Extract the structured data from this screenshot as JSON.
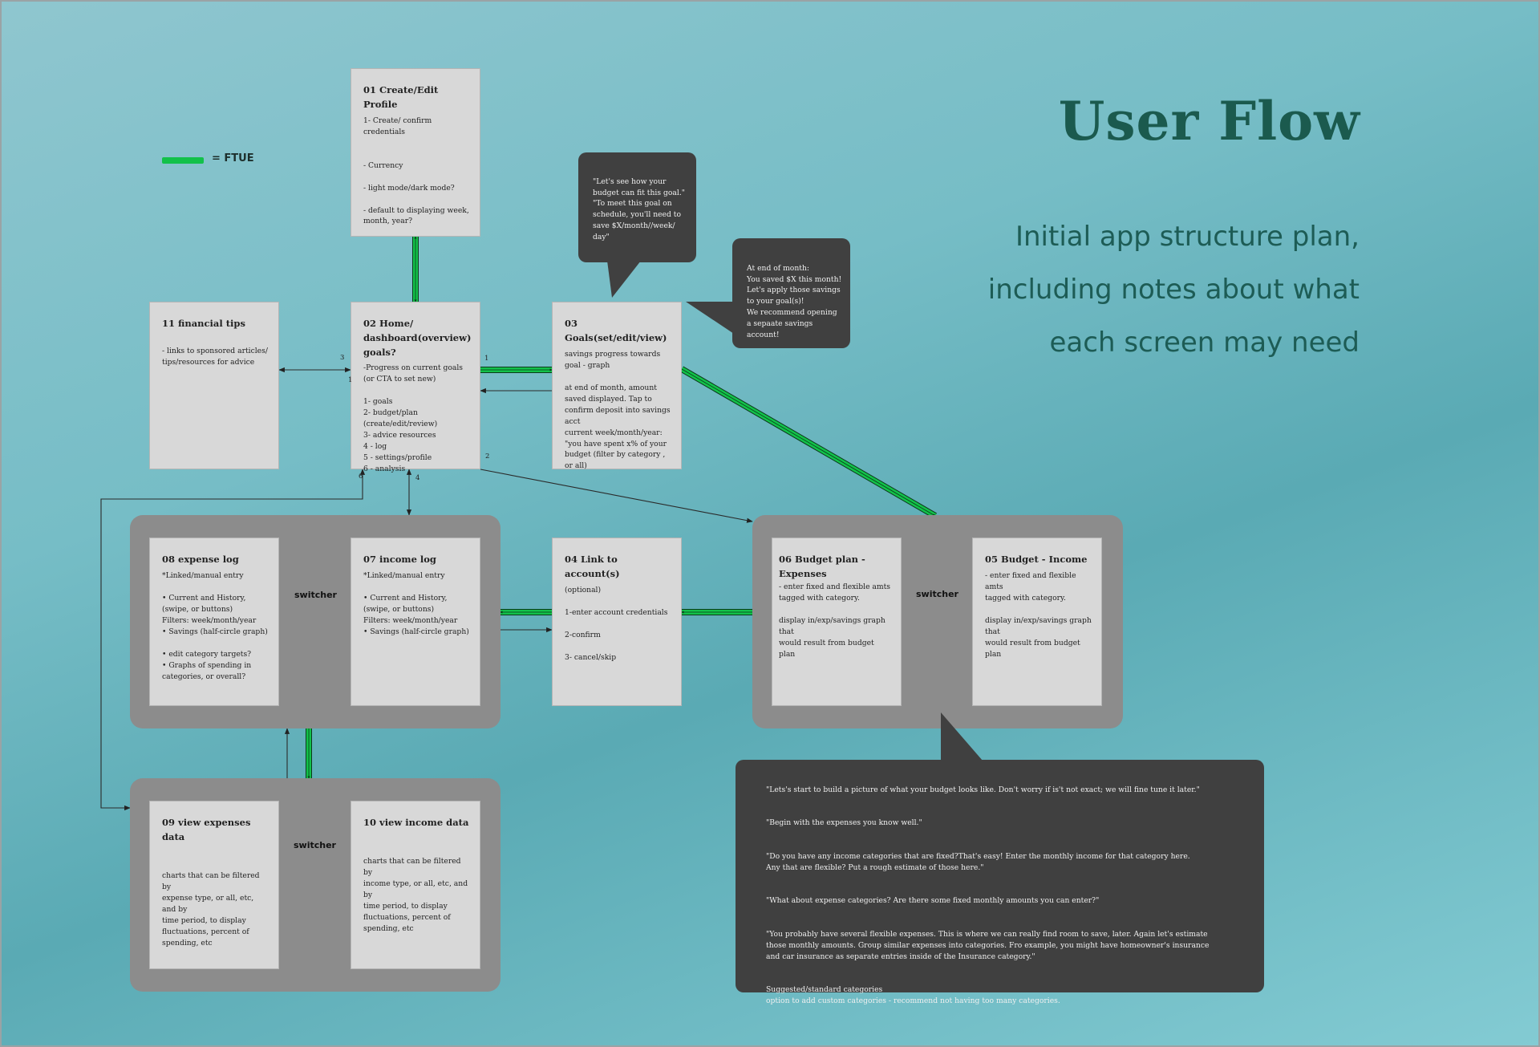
{
  "header": {
    "title": "User Flow",
    "subtitle": "Initial app structure  plan,\nincluding notes about what\neach screen may need"
  },
  "legend": {
    "label": "= FTUE"
  },
  "screens": {
    "s01": {
      "title": "01 Create/Edit Profile",
      "body": "1- Create/ confirm\n   credentials\n\n\n- Currency\n\n- light mode/dark mode?\n\n- default to displaying week,\nmonth, year?"
    },
    "s02": {
      "title": "02 Home/\ndashboard(overview)\ngoals?",
      "body": "-Progress on current goals\n(or CTA to set new)\n\n1- goals\n2- budget/plan\n(create/edit/review)\n3- advice resources\n4 - log\n5 - settings/profile\n6 - analysis"
    },
    "s03": {
      "title": "03 Goals(set/edit/view)",
      "body": "savings progress towards\ngoal - graph\n\nat end of month, amount\nsaved displayed. Tap to\nconfirm deposit into savings\nacct\ncurrent week/month/year:\n\"you have spent x% of your\nbudget  (filter by category ,\nor all)"
    },
    "s04": {
      "title": "04 Link to account(s)",
      "body": "(optional)\n\n1-enter account credentials\n\n2-confirm\n\n3- cancel/skip"
    },
    "s05": {
      "title": "05 Budget - Income",
      "body": "- enter fixed and flexible amts\ntagged with category.\n\ndisplay in/exp/savings graph that\nwould result from budget plan"
    },
    "s06": {
      "title": "06 Budget plan -\nExpenses",
      "body": "- enter fixed and flexible amts\ntagged with category.\n\ndisplay in/exp/savings graph that\nwould result from budget plan"
    },
    "s07": {
      "title": "07 income log",
      "body": "*Linked/manual entry\n\n• Current  and History,\n(swipe, or buttons)\nFilters: week/month/year\n• Savings (half-circle graph)"
    },
    "s08": {
      "title": "08 expense log",
      "body": "*Linked/manual entry\n\n• Current  and History,\n(swipe, or buttons)\nFilters: week/month/year\n• Savings (half-circle graph)\n\n• edit category targets?\n• Graphs of spending in\ncategories, or overall?"
    },
    "s09": {
      "title": "09 view expenses data",
      "body": "\n\ncharts that can be filtered by\nexpense type, or all, etc, and by\ntime period, to display\nfluctuations,  percent of\nspending, etc"
    },
    "s10": {
      "title": "10 view income data",
      "body": "\n\ncharts that can be filtered by\nincome type, or all, etc, and by\ntime period, to display\nfluctuations,  percent of\nspending, etc"
    },
    "s11": {
      "title": "11 financial tips",
      "body": "\n- links to sponsored articles/\ntips/resources for advice"
    }
  },
  "switchers": {
    "label": "switcher"
  },
  "edge_numbers": {
    "n1": "1",
    "n2": "2",
    "n3": "3",
    "n4": "4",
    "n6": "6"
  },
  "bubbles": {
    "goal_fit": "\"Let's see how your\nbudget can fit this goal.\"\n\"To meet this goal on\nschedule, you'll need to\nsave $X/month//week/\nday\"",
    "month_end": "At end of month:\nYou saved $X this month!\nLet's apply those savings\nto your goal(s)!\nWe recommend opening\na sepaate savings\naccount!",
    "budget_intro": [
      "\"Lets's start to build a picture of what your budget looks like. Don't worry if is't not exact; we will fine tune it later.\"",
      "\"Begin with the  expenses you know well.\"",
      "\"Do you have any income categories that are fixed?That's easy! Enter the monthly income for that category here.\nAny that are flexible? Put a rough estimate of those here.\"",
      "\"What about expense categories? Are there some fixed monthly amounts you can enter?\"",
      "\"You probably have several flexible expenses. This is where we can really find room to save, later. Again let's estimate\nthose monthly amounts. Group similar expenses into categories. Fro example, you might have homeowner's insurance\nand car insurance as separate entries inside of the Insurance category.\"",
      "Suggested/standard categories\noption to add custom categories - recommend not having too many categories."
    ]
  },
  "colors": {
    "ftue_green": "#12c14a",
    "title_teal": "#1b5a4e",
    "card_fill": "#d8d8d8",
    "group_fill": "#8c8c8c",
    "bubble_fill": "#404040"
  }
}
